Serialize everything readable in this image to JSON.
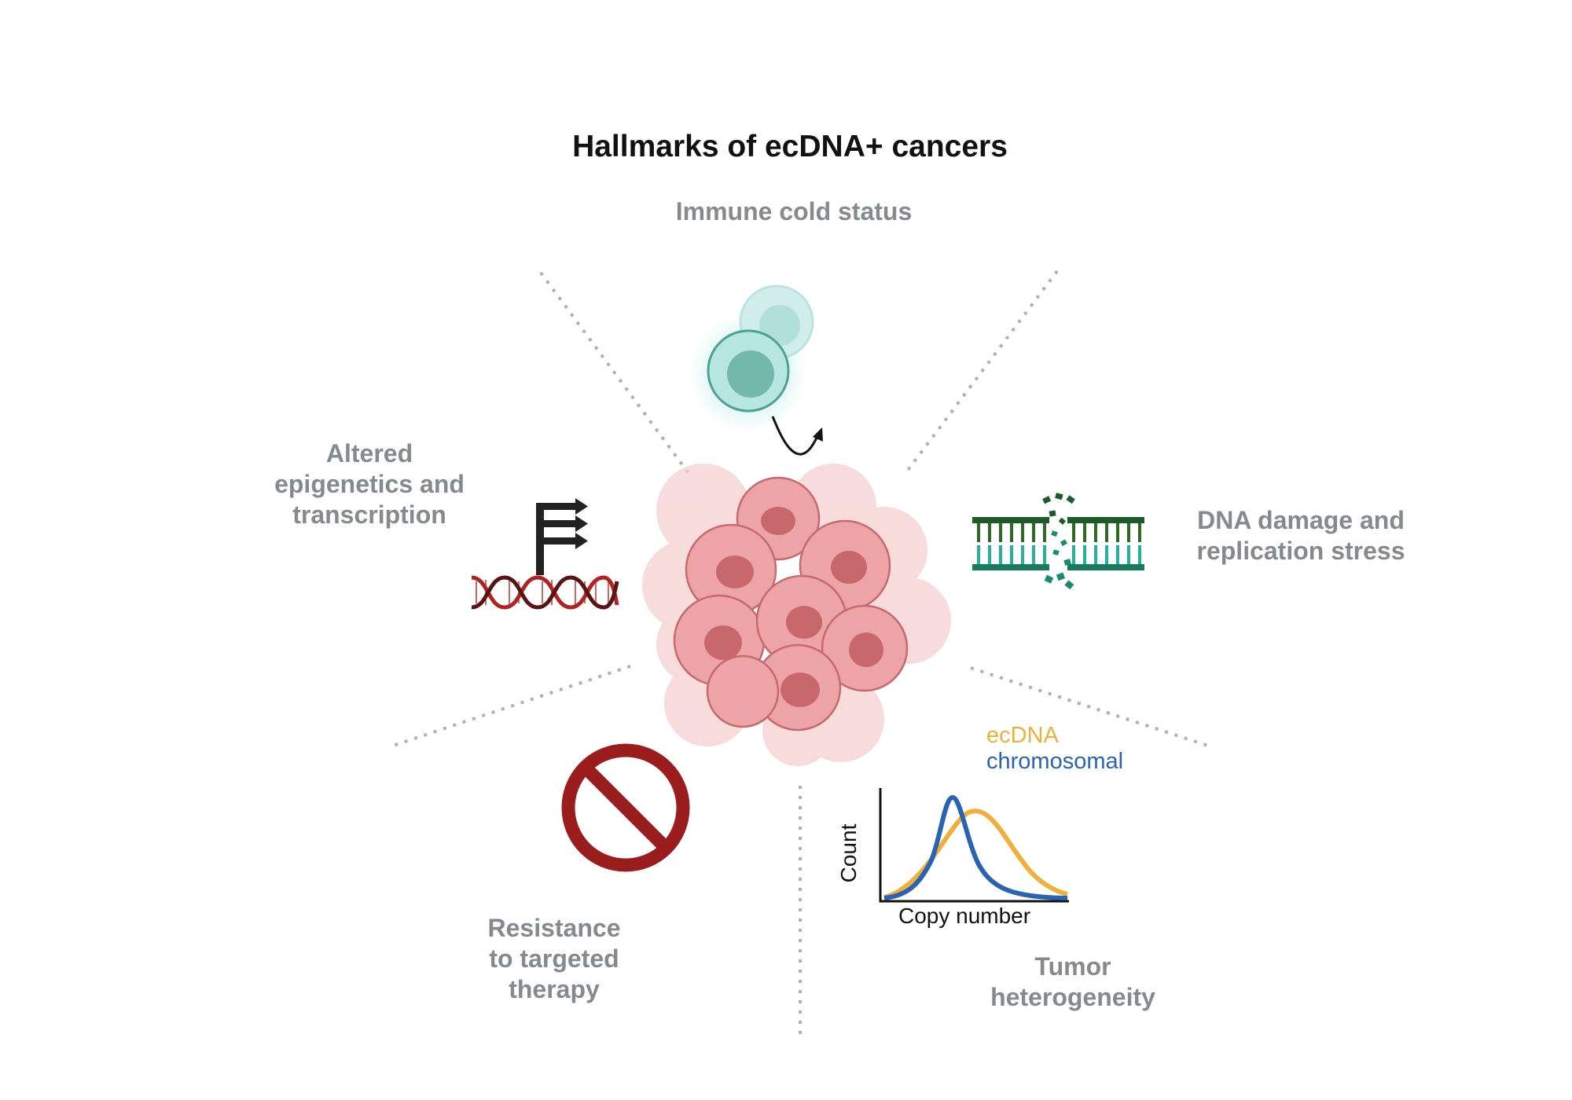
{
  "title": "Hallmarks of ecDNA+ cancers",
  "hallmarks": {
    "immune": "Immune cold status",
    "epigenetics": [
      "Altered",
      "epigenetics and",
      "transcription"
    ],
    "dna_damage": [
      "DNA damage and",
      "replication stress"
    ],
    "resistance": [
      "Resistance",
      "to targeted",
      "therapy"
    ],
    "heterogeneity": [
      "Tumor",
      "heterogeneity"
    ]
  },
  "plot": {
    "legend_ecdna": "ecDNA",
    "legend_chromosomal": "chromosomal",
    "xlabel": "Copy number",
    "ylabel": "Count"
  },
  "colors": {
    "ecdna": "#f0b03a",
    "chromosomal": "#2a63b3",
    "label_gray": "#858a8f",
    "tumor": "#e58f92",
    "no_sign": "#9b1c1c",
    "dna_green": "#1f6b3f",
    "dna_teal": "#2aa08e"
  }
}
